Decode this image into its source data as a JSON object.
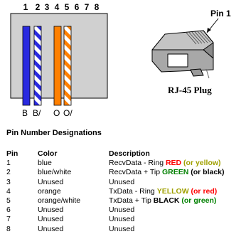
{
  "diagram": {
    "pin_numbers": [
      "1",
      "2",
      "3",
      "4",
      "5",
      "6",
      "7",
      "8"
    ],
    "wire_labels": [
      "B",
      "B/",
      "O",
      "O/"
    ],
    "plug_callout": "Pin 1",
    "plug_caption": "RJ-45 Plug",
    "colors": {
      "blue": "#2a2ae0",
      "orange": "#ff8000",
      "socket_gray": "#d0d0d0",
      "plug_gray": "#c4c4c4",
      "red": "#ff0000",
      "yellow": "#a0a000",
      "green": "#008000"
    }
  },
  "section_title": "Pin Number Designations",
  "table": {
    "headers": [
      "Pin",
      "Color",
      "Description"
    ],
    "rows": [
      {
        "pin": "1",
        "color": "blue",
        "desc": [
          {
            "t": "RecvData - Ring ",
            "c": "",
            "b": false
          },
          {
            "t": "RED",
            "c": "#ff0000",
            "b": true
          },
          {
            "t": " (or yellow)",
            "c": "#a0a000",
            "b": true
          }
        ]
      },
      {
        "pin": "2",
        "color": "blue/white",
        "desc": [
          {
            "t": "RecvData + Tip ",
            "c": "",
            "b": false
          },
          {
            "t": "GREEN",
            "c": "#008000",
            "b": true
          },
          {
            "t": " (or black)",
            "c": "#000000",
            "b": true
          }
        ]
      },
      {
        "pin": "3",
        "color": "Unused",
        "desc": [
          {
            "t": "Unused",
            "c": "",
            "b": false
          }
        ]
      },
      {
        "pin": "4",
        "color": "orange",
        "desc": [
          {
            "t": "TxData - Ring ",
            "c": "",
            "b": false
          },
          {
            "t": "YELLOW",
            "c": "#a0a000",
            "b": true
          },
          {
            "t": " (or red)",
            "c": "#ff0000",
            "b": true
          }
        ]
      },
      {
        "pin": "5",
        "color": "orange/white",
        "desc": [
          {
            "t": "TxData + Tip ",
            "c": "",
            "b": false
          },
          {
            "t": "BLACK",
            "c": "#000000",
            "b": true
          },
          {
            "t": " (or green)",
            "c": "#008000",
            "b": true
          }
        ]
      },
      {
        "pin": "6",
        "color": "Unused",
        "desc": [
          {
            "t": "Unused",
            "c": "",
            "b": false
          }
        ]
      },
      {
        "pin": "7",
        "color": "Unused",
        "desc": [
          {
            "t": "Unused",
            "c": "",
            "b": false
          }
        ]
      },
      {
        "pin": "8",
        "color": "Unused",
        "desc": [
          {
            "t": "Unused",
            "c": "",
            "b": false
          }
        ]
      }
    ]
  }
}
